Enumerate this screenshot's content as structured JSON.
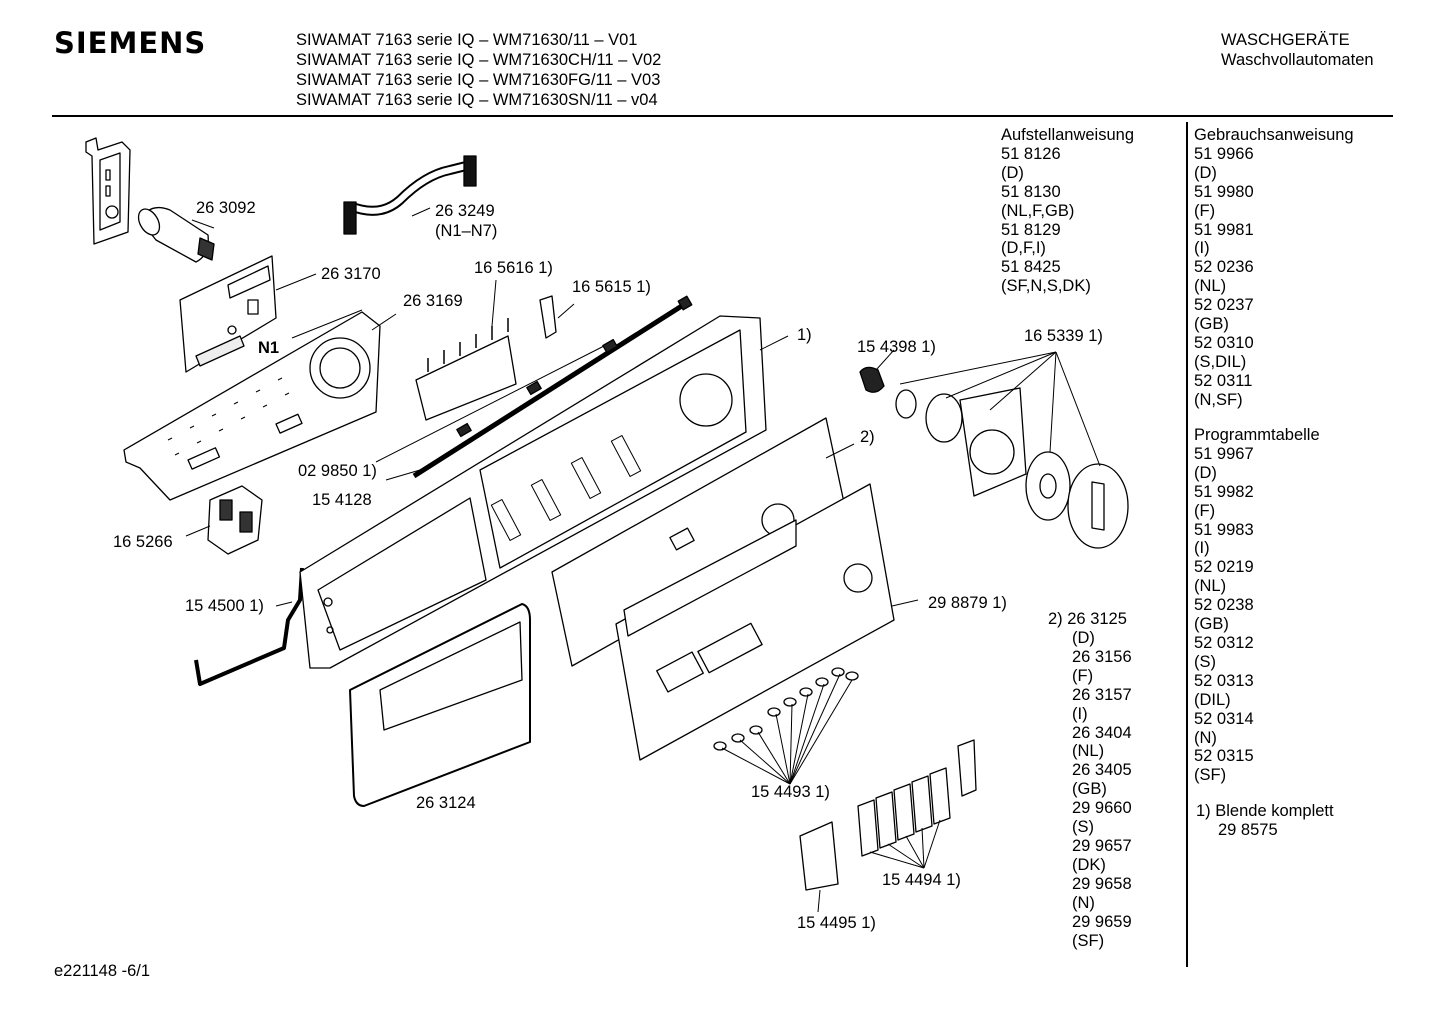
{
  "header": {
    "brand": "SIEMENS",
    "models": [
      "SIWAMAT 7163 serie IQ – WM71630/11 – V01",
      "SIWAMAT 7163 serie IQ – WM71630CH/11 – V02",
      "SIWAMAT 7163 serie IQ – WM71630FG/11 – V03",
      "SIWAMAT 7163 serie IQ – WM71630SN/11 – v04"
    ],
    "category": "WASCHGERÄTE",
    "subcategory": "Waschvollautomaten"
  },
  "documents": {
    "aufstell": [
      "Aufstellanweisung",
      "51 8126",
      "(D)",
      "51 8130",
      "(NL,F,GB)",
      "51 8129",
      "(D,F,I)",
      "51 8425",
      "(SF,N,S,DK)"
    ],
    "gebrauch": [
      "Gebrauchsanweisung",
      "51 9966",
      "(D)",
      "51 9980",
      "(F)",
      "51 9981",
      "(I)",
      "52 0236",
      "(NL)",
      "52 0237",
      "(GB)",
      "52 0310",
      "(S,DIL)",
      "52 0311",
      "(N,SF)"
    ],
    "programm": [
      "Programmtabelle",
      "51 9967",
      "(D)",
      "51 9982",
      "(F)",
      "51 9983",
      "(I)",
      "52 0219",
      "(NL)",
      "52 0238",
      "(GB)",
      "52 0312",
      "(S)",
      "52 0313",
      "(DIL)",
      "52 0314",
      "(N)",
      "52 0315",
      "(SF)"
    ],
    "footnote": [
      "1) Blende komplett",
      "29 8575"
    ],
    "variants_head": "2) 26 3125",
    "variants": [
      "(D)",
      "26 3156",
      "(F)",
      "26 3157",
      "(I)",
      "26 3404",
      "(NL)",
      "26 3405",
      "(GB)",
      "29 9660",
      "(S)",
      "29 9657",
      "(DK)",
      "29 9658",
      "(N)",
      "29 9659",
      "(SF)"
    ]
  },
  "parts": {
    "p263092": "26 3092",
    "p263249": "26 3249",
    "p263249_sub": "(N1–N7)",
    "p263170": "26 3170",
    "p263169": "26 3169",
    "n1": "N1",
    "p165616": "16 5616 1)",
    "p165615": "16 5615 1)",
    "blende": "1)",
    "p154398": "15 4398 1)",
    "p165339": "16 5339 1)",
    "two": "2)",
    "p029850": "02 9850 1)",
    "p154128": "15 4128",
    "p165266": "16 5266",
    "p154500": "15 4500 1)",
    "p298879": "29 8879 1)",
    "p263124": "26 3124",
    "p154493": "15 4493 1)",
    "p154494": "15 4494 1)",
    "p154495": "15 4495 1)"
  },
  "footer": "e221148 -6/1"
}
